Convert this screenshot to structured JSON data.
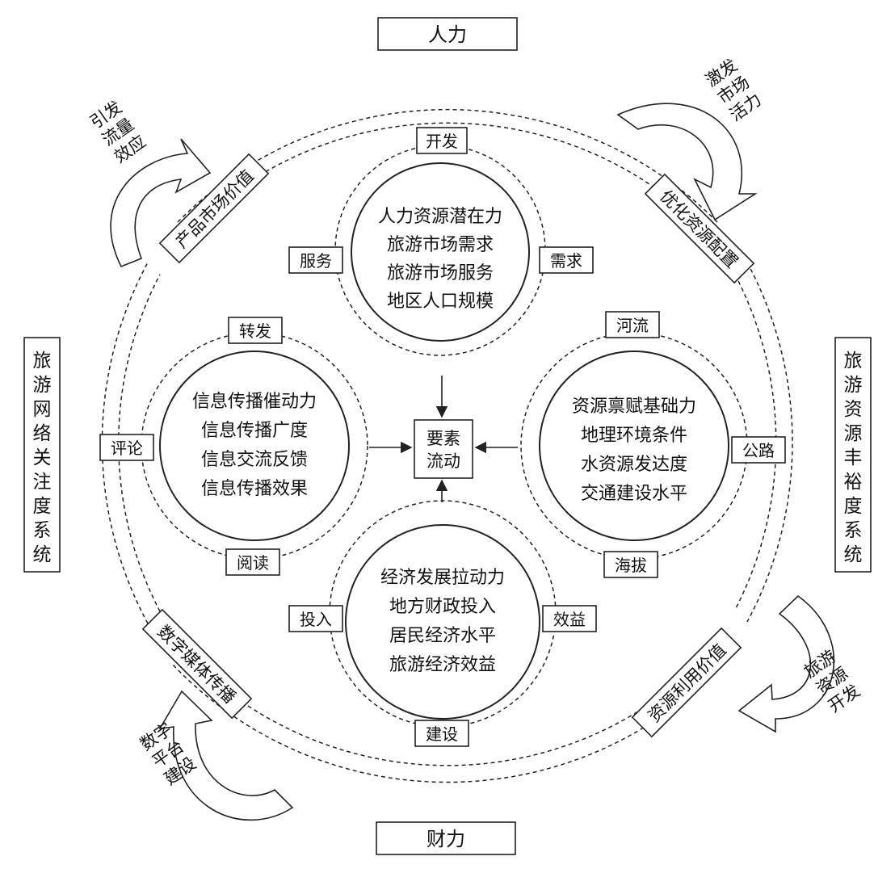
{
  "outer": {
    "top": "人力",
    "bottom": "财力",
    "left": "旅游网络关注度系统",
    "right": "旅游资源丰裕度系统"
  },
  "diagonals": {
    "ne": "优化资源配置",
    "nw": "产品市场价值",
    "sw": "数字媒体传播",
    "se": "资源利用价值"
  },
  "curved_arrows": {
    "nw": [
      "引发",
      "流量",
      "效应"
    ],
    "ne": [
      "激发",
      "市场",
      "活力"
    ],
    "sw": [
      "数字",
      "平台",
      "建设"
    ],
    "se": [
      "旅游",
      "资源",
      "开发"
    ]
  },
  "center": {
    "line1": "要素",
    "line2": "流动"
  },
  "top_circle": {
    "tag_top": "开发",
    "tag_left": "服务",
    "tag_right": "需求",
    "lines": [
      "人力资源潜在力",
      "旅游市场需求",
      "旅游市场服务",
      "地区人口规模"
    ]
  },
  "left_circle": {
    "tag_top": "转发",
    "tag_left": "评论",
    "tag_bottom": "阅读",
    "lines": [
      "信息传播催动力",
      "信息传播广度",
      "信息交流反馈",
      "信息传播效果"
    ]
  },
  "right_circle": {
    "tag_top": "河流",
    "tag_right": "公路",
    "tag_bottom": "海拔",
    "lines": [
      "资源禀赋基础力",
      "地理环境条件",
      "水资源发达度",
      "交通建设水平"
    ]
  },
  "bottom_circle": {
    "tag_left": "投入",
    "tag_right": "效益",
    "tag_bottom": "建设",
    "lines": [
      "经济发展拉动力",
      "地方财政投入",
      "居民经济水平",
      "旅游经济效益"
    ]
  }
}
